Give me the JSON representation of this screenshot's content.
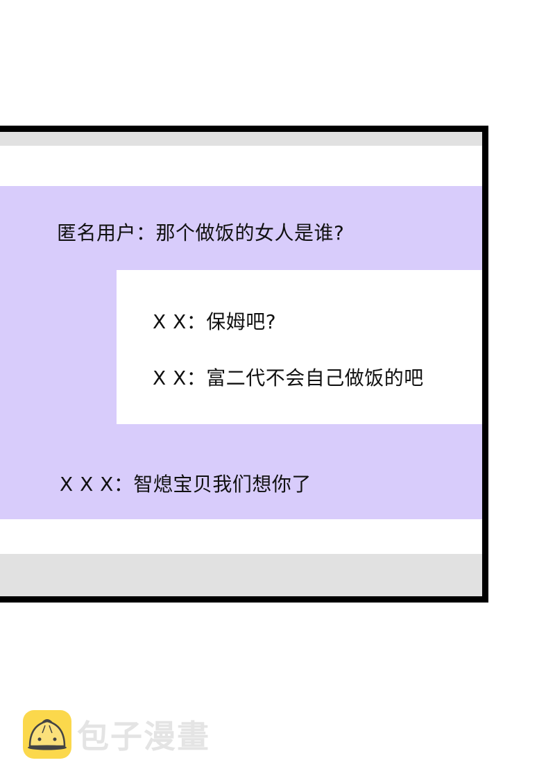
{
  "panel": {
    "colors": {
      "border": "#000000",
      "gray_band": "#e1e1e1",
      "purple_band": "#d8ccfb",
      "inset": "#ffffff"
    },
    "messages": [
      {
        "speaker": "匿名用户",
        "text": "匿名用户：那个做饭的女人是谁?"
      },
      {
        "speaker": "X X",
        "text": "X X：保姆吧?"
      },
      {
        "speaker": "X X",
        "text": "X X：富二代不会自己做饭的吧"
      },
      {
        "speaker": "X X X",
        "text": "X X X：智熄宝贝我们想你了"
      }
    ]
  },
  "watermark": {
    "icon": "steamed-bun-icon",
    "text": "包子漫畫",
    "icon_color": "#fbd84c"
  }
}
